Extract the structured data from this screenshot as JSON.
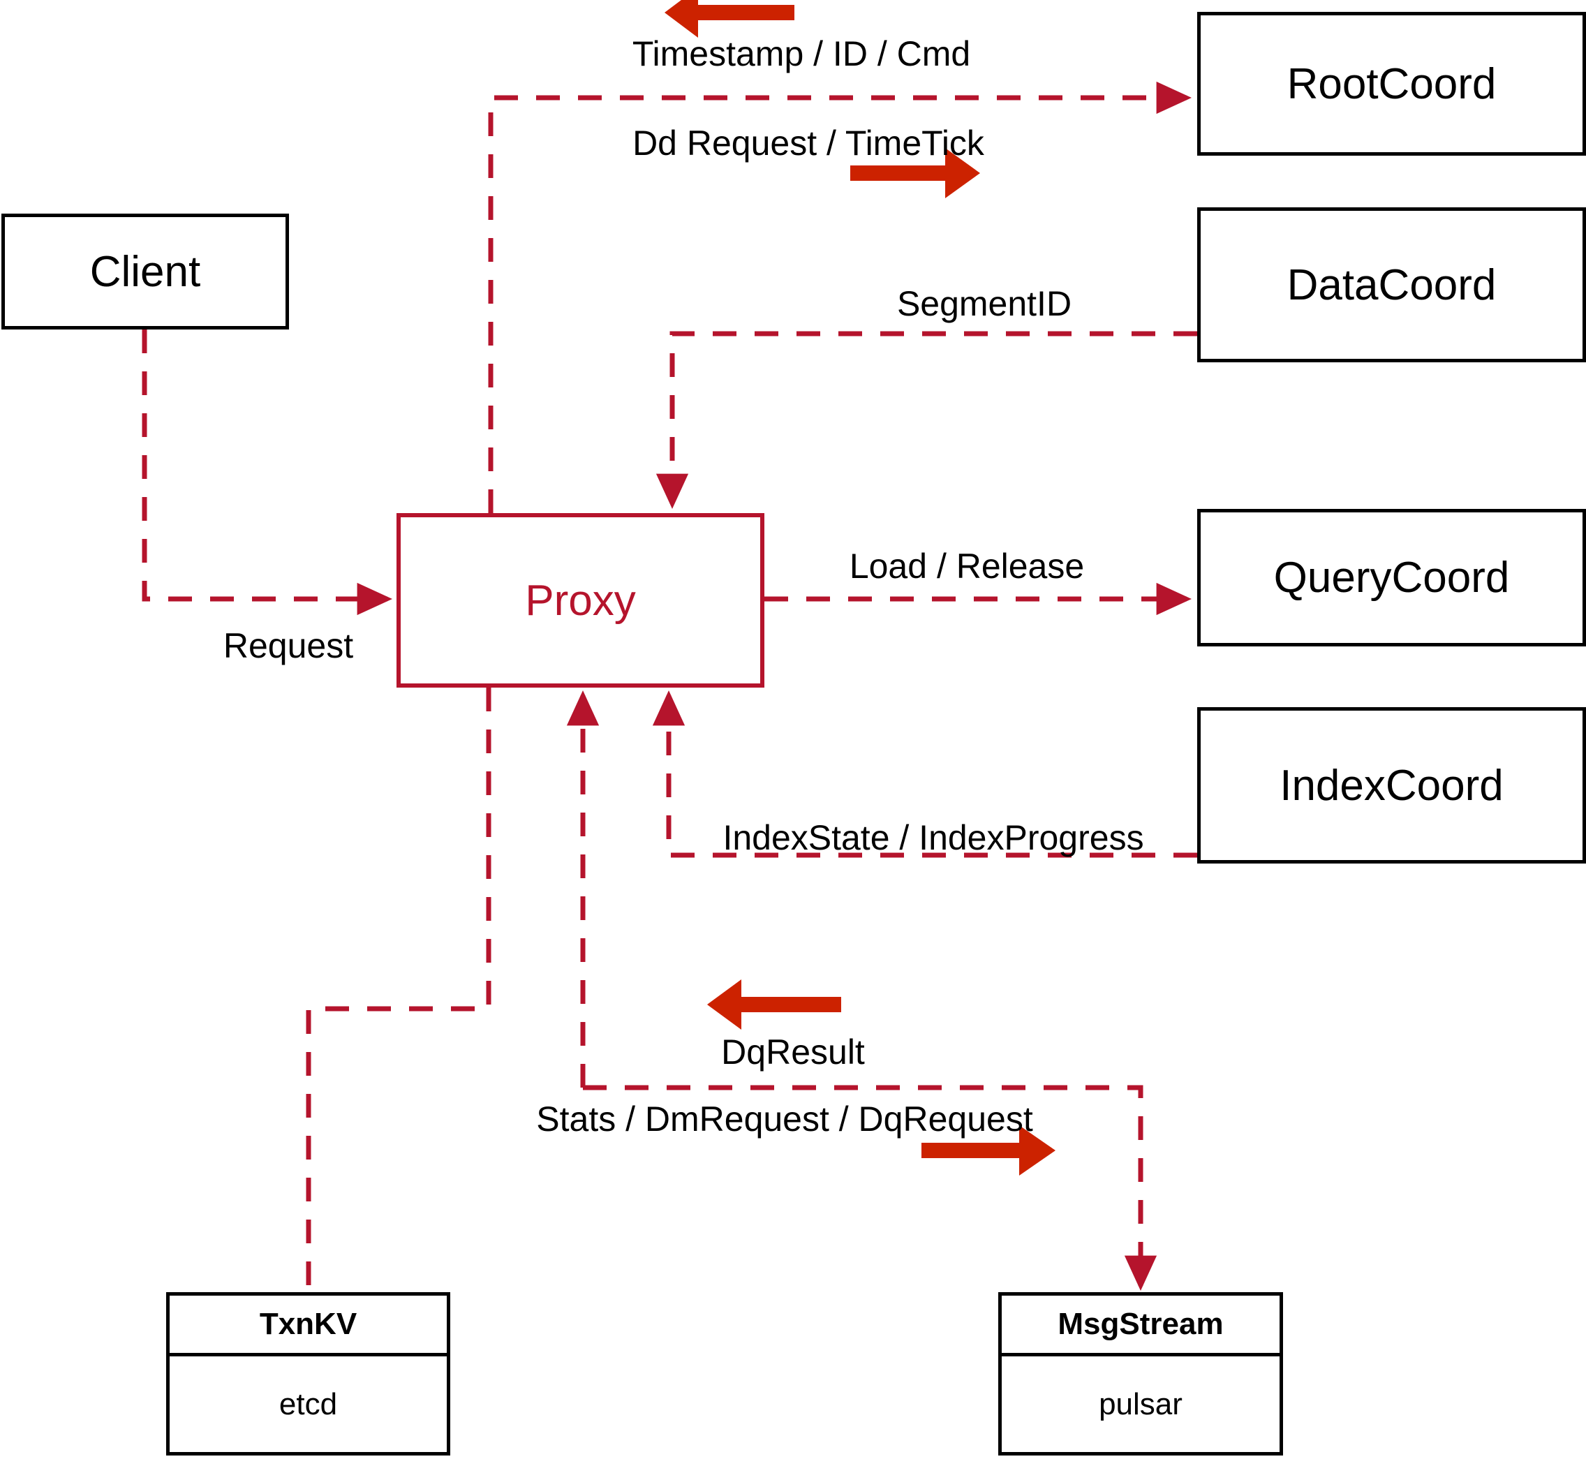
{
  "diagram": {
    "title": "Milvus Proxy interaction diagram",
    "accent_color": "#b5142c",
    "annotation_arrow_color": "#cc2200",
    "node_border_color": "#000000",
    "line_style": "dashed"
  },
  "nodes": {
    "client": {
      "label": "Client",
      "style": "black-box"
    },
    "proxy": {
      "label": "Proxy",
      "style": "red-box"
    },
    "root_coord": {
      "label": "RootCoord",
      "style": "black-box"
    },
    "data_coord": {
      "label": "DataCoord",
      "style": "black-box"
    },
    "query_coord": {
      "label": "QueryCoord",
      "style": "black-box"
    },
    "index_coord": {
      "label": "IndexCoord",
      "style": "black-box"
    },
    "txn_kv": {
      "header": "TxnKV",
      "body": "etcd",
      "style": "two-row-box"
    },
    "msg_stream": {
      "header": "MsgStream",
      "body": "pulsar",
      "style": "two-row-box"
    }
  },
  "edge_labels": {
    "timestamp_id_cmd": "Timestamp / ID / Cmd",
    "dd_request_timetick": "Dd Request / TimeTick",
    "segment_id": "SegmentID",
    "request": "Request",
    "load_release": "Load / Release",
    "index_state_progress": "IndexState / IndexProgress",
    "dq_result": "DqResult",
    "stats_dm_dq_request": "Stats / DmRequest / DqRequest"
  },
  "direction_arrows": [
    {
      "name": "timestamp-id-cmd-direction",
      "points": "left"
    },
    {
      "name": "dd-request-timetick-direction",
      "points": "right"
    },
    {
      "name": "dq-result-direction",
      "points": "left"
    },
    {
      "name": "stats-dm-dq-request-direction",
      "points": "right"
    }
  ]
}
